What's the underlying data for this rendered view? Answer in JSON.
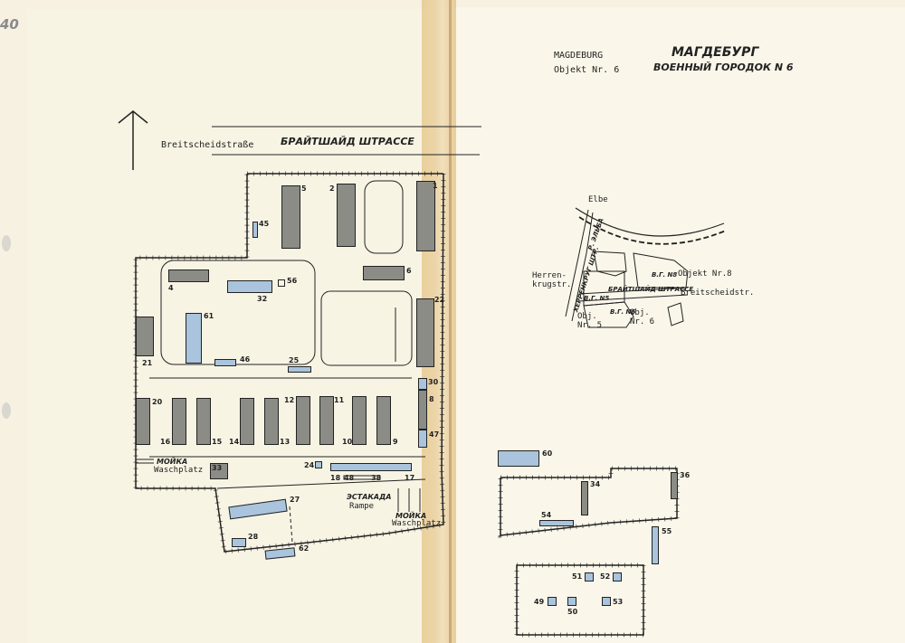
{
  "page": {
    "corner_number": "40"
  },
  "north_arrow": {
    "label": ""
  },
  "street": {
    "german": "Breitscheidstraße",
    "russian": "БРАЙТШАЙД ШТРАССЕ"
  },
  "header": {
    "city_de": "MAGDEBURG",
    "object_de": "Objekt Nr. 6",
    "city_ru": "МАГДЕБУРГ",
    "object_ru": "ВОЕННЫЙ ГОРОДОК N 6"
  },
  "buildings": {
    "b5": "5",
    "b2": "2",
    "b1": "1",
    "b45": "45",
    "b6": "6",
    "b4": "4",
    "b32": "32",
    "b56": "56",
    "b22": "22",
    "b61": "61",
    "b21": "21",
    "b46": "46",
    "b25": "25",
    "b30": "30",
    "b8": "8",
    "b47": "47",
    "b20": "20",
    "b16": "16",
    "b15": "15",
    "b14": "14",
    "b13": "13",
    "b12": "12",
    "b11": "11",
    "b10": "10",
    "b9": "9",
    "b33": "33",
    "b24": "24",
    "b18": "18",
    "b48": "48",
    "b38": "38",
    "b17": "17",
    "b27": "27",
    "b28": "28",
    "b62": "62",
    "b60": "60",
    "b34": "34",
    "b36": "36",
    "b54": "54",
    "b55": "55",
    "b51": "51",
    "b52": "52",
    "b49": "49",
    "b50": "50",
    "b53": "53"
  },
  "labels": {
    "wash1_ru": "МОЙКА",
    "wash1_de": "Waschplatz",
    "ramp_ru": "ЭСТАКАДА",
    "ramp_de": "Rampe",
    "wash2_ru": "МОЙКА",
    "wash2_de": "Waschplatz"
  },
  "inset": {
    "elbe": "Elbe",
    "elbe_ru": "Р. ЭЛЬБА",
    "herrenkrug": "Herren-\nkrugstr.",
    "herrenkrug_ru": "ХЕРРЕНКРУГ ШТР.",
    "brait_ru": "БРАЙТШАЙД ШТРАССЕ",
    "breitscheid": "Breitscheidstr.",
    "obj8": "Objekt Nr.8",
    "obj5": "Obj.\nNr. 5",
    "obj6": "Obj.\nNr. 6",
    "vg8": "В.Г. N8",
    "vg5": "В.Г. N5",
    "vg6": "В.Г. N6"
  },
  "colors": {
    "wall": "#222222",
    "building_grey": "#8c8c86",
    "building_blue": "#a9c4dc",
    "paper": "#f8f4e4",
    "tape": "#e8c98f"
  }
}
